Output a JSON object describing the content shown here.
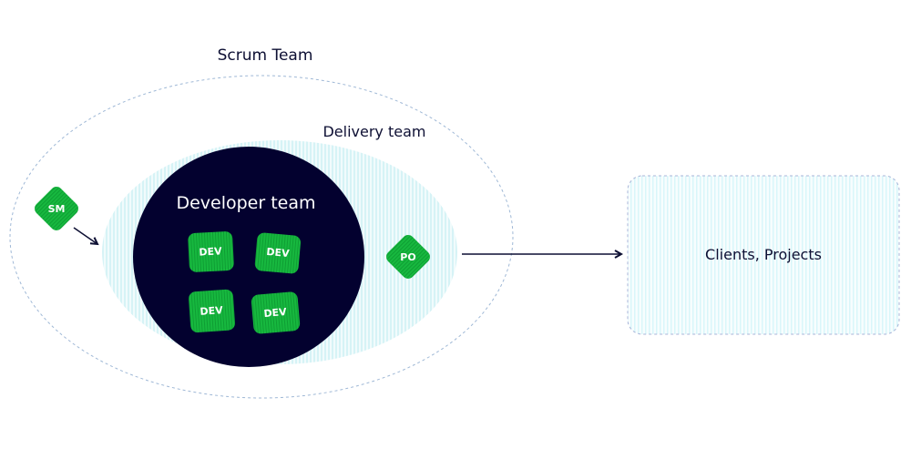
{
  "diagram": {
    "scrum_team_label": "Scrum Team",
    "delivery_team_label": "Delivery team",
    "developer_team_label": "Developer team",
    "sm_label": "SM",
    "po_label": "PO",
    "dev_labels": [
      "DEV",
      "DEV",
      "DEV",
      "DEV"
    ],
    "clients_label": "Clients, Projects",
    "colors": {
      "node_green": "#12b03a",
      "developer_circle": "#03012f",
      "delivery_fill": "#e4f7f8",
      "clients_fill": "#e8fafc",
      "dashed_outline": "#9fb8d6",
      "arrow": "#0d0f33"
    }
  }
}
